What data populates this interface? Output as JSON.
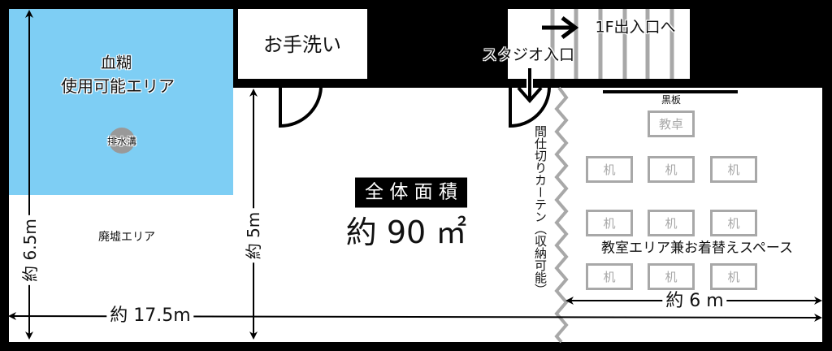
{
  "rooms": {
    "blood_area": {
      "line1": "血糊",
      "line2": "使用可能エリア"
    },
    "drain": "排水溝",
    "toilet": "お手洗い",
    "ruins_area": "廃墟エリア",
    "classroom_area": "教室エリア兼お着替えスペース"
  },
  "entrances": {
    "exit_1f": "1F出入口へ",
    "studio_entrance": "スタジオ入口"
  },
  "classroom": {
    "blackboard": "黒板",
    "teacher_desk": "教卓",
    "desks": [
      "机",
      "机",
      "机",
      "机",
      "机",
      "机",
      "机",
      "机",
      "机"
    ]
  },
  "partition": "間仕切りカーテン（収納可能）",
  "area": {
    "label": "全 体 面 積",
    "value": "約 90 ㎡"
  },
  "dimensions": {
    "total_width": "約 17.5m",
    "height_left": "約 6.5m",
    "height_mid": "約 5m",
    "classroom_width": "約 6 m"
  },
  "colors": {
    "blood_area": "#7ecef4",
    "wall": "#000000",
    "furniture": "#a8a8a8"
  }
}
